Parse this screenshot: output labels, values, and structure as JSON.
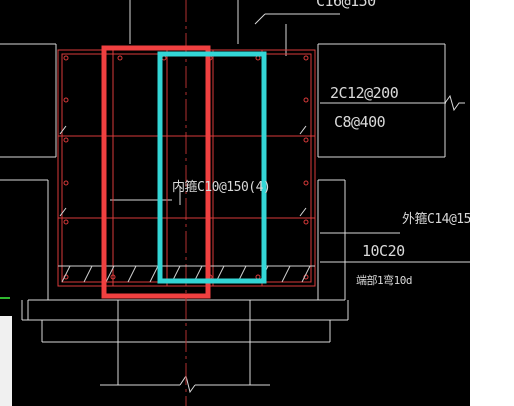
{
  "annotations": {
    "top": "C16@150",
    "side_bars": "2C12@200",
    "tie": "C8@400",
    "inner_stirrup": "内箍C10@150(4)",
    "outer_stirrup": "外箍C14@15",
    "bottom_bars": "10C20",
    "anchorage": "端部1弯10d"
  },
  "colors": {
    "background": "#000000",
    "outline": "#d9d9d9",
    "rebar": "#d93a3a",
    "highlight_red": "#f04040",
    "highlight_cyan": "#33d6d6",
    "hatch": "#d0d0d0",
    "legend_green": "#2fb82f"
  }
}
